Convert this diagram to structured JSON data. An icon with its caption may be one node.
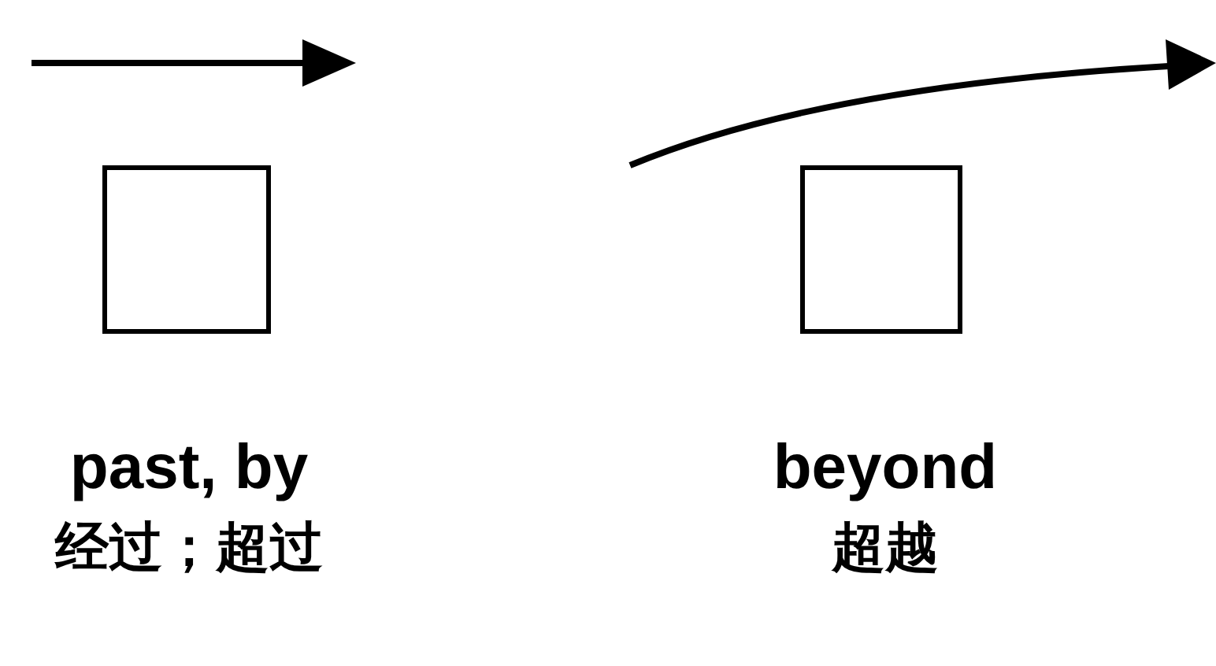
{
  "diagram": {
    "nodes": [
      {
        "text": [],
        "shape": "box",
        "beside": [
          "past, by",
          "经过；超过"
        ]
      },
      {
        "text": [],
        "shape": "box",
        "beside": [
          "beyond",
          "超越"
        ]
      }
    ]
  }
}
